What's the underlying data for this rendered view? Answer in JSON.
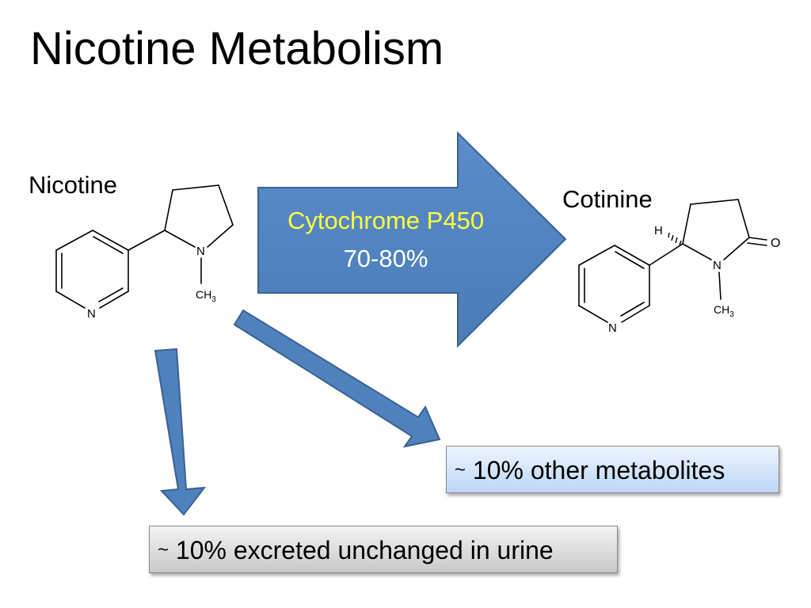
{
  "slide": {
    "title": "Nicotine Metabolism"
  },
  "molecules": {
    "nicotine": {
      "label": "Nicotine",
      "atoms": {
        "n_pyridine": "N",
        "n_pyrrolidine": "N",
        "methyl": "CH3"
      }
    },
    "cotinine": {
      "label": "Cotinine",
      "atoms": {
        "n_pyridine": "N",
        "n_ring": "N",
        "methyl": "CH3",
        "oxygen": "O",
        "hydrogen": "H"
      }
    }
  },
  "pathways": {
    "main": {
      "enzyme": "Cytochrome P450",
      "percent": "70-80%",
      "enzyme_color": "#ffff3c",
      "arrow_color": "#4f81bd"
    },
    "other": {
      "tilde": "~",
      "text": "10% other metabolites"
    },
    "urine": {
      "tilde": "~",
      "text": "10% excreted unchanged in urine"
    }
  }
}
